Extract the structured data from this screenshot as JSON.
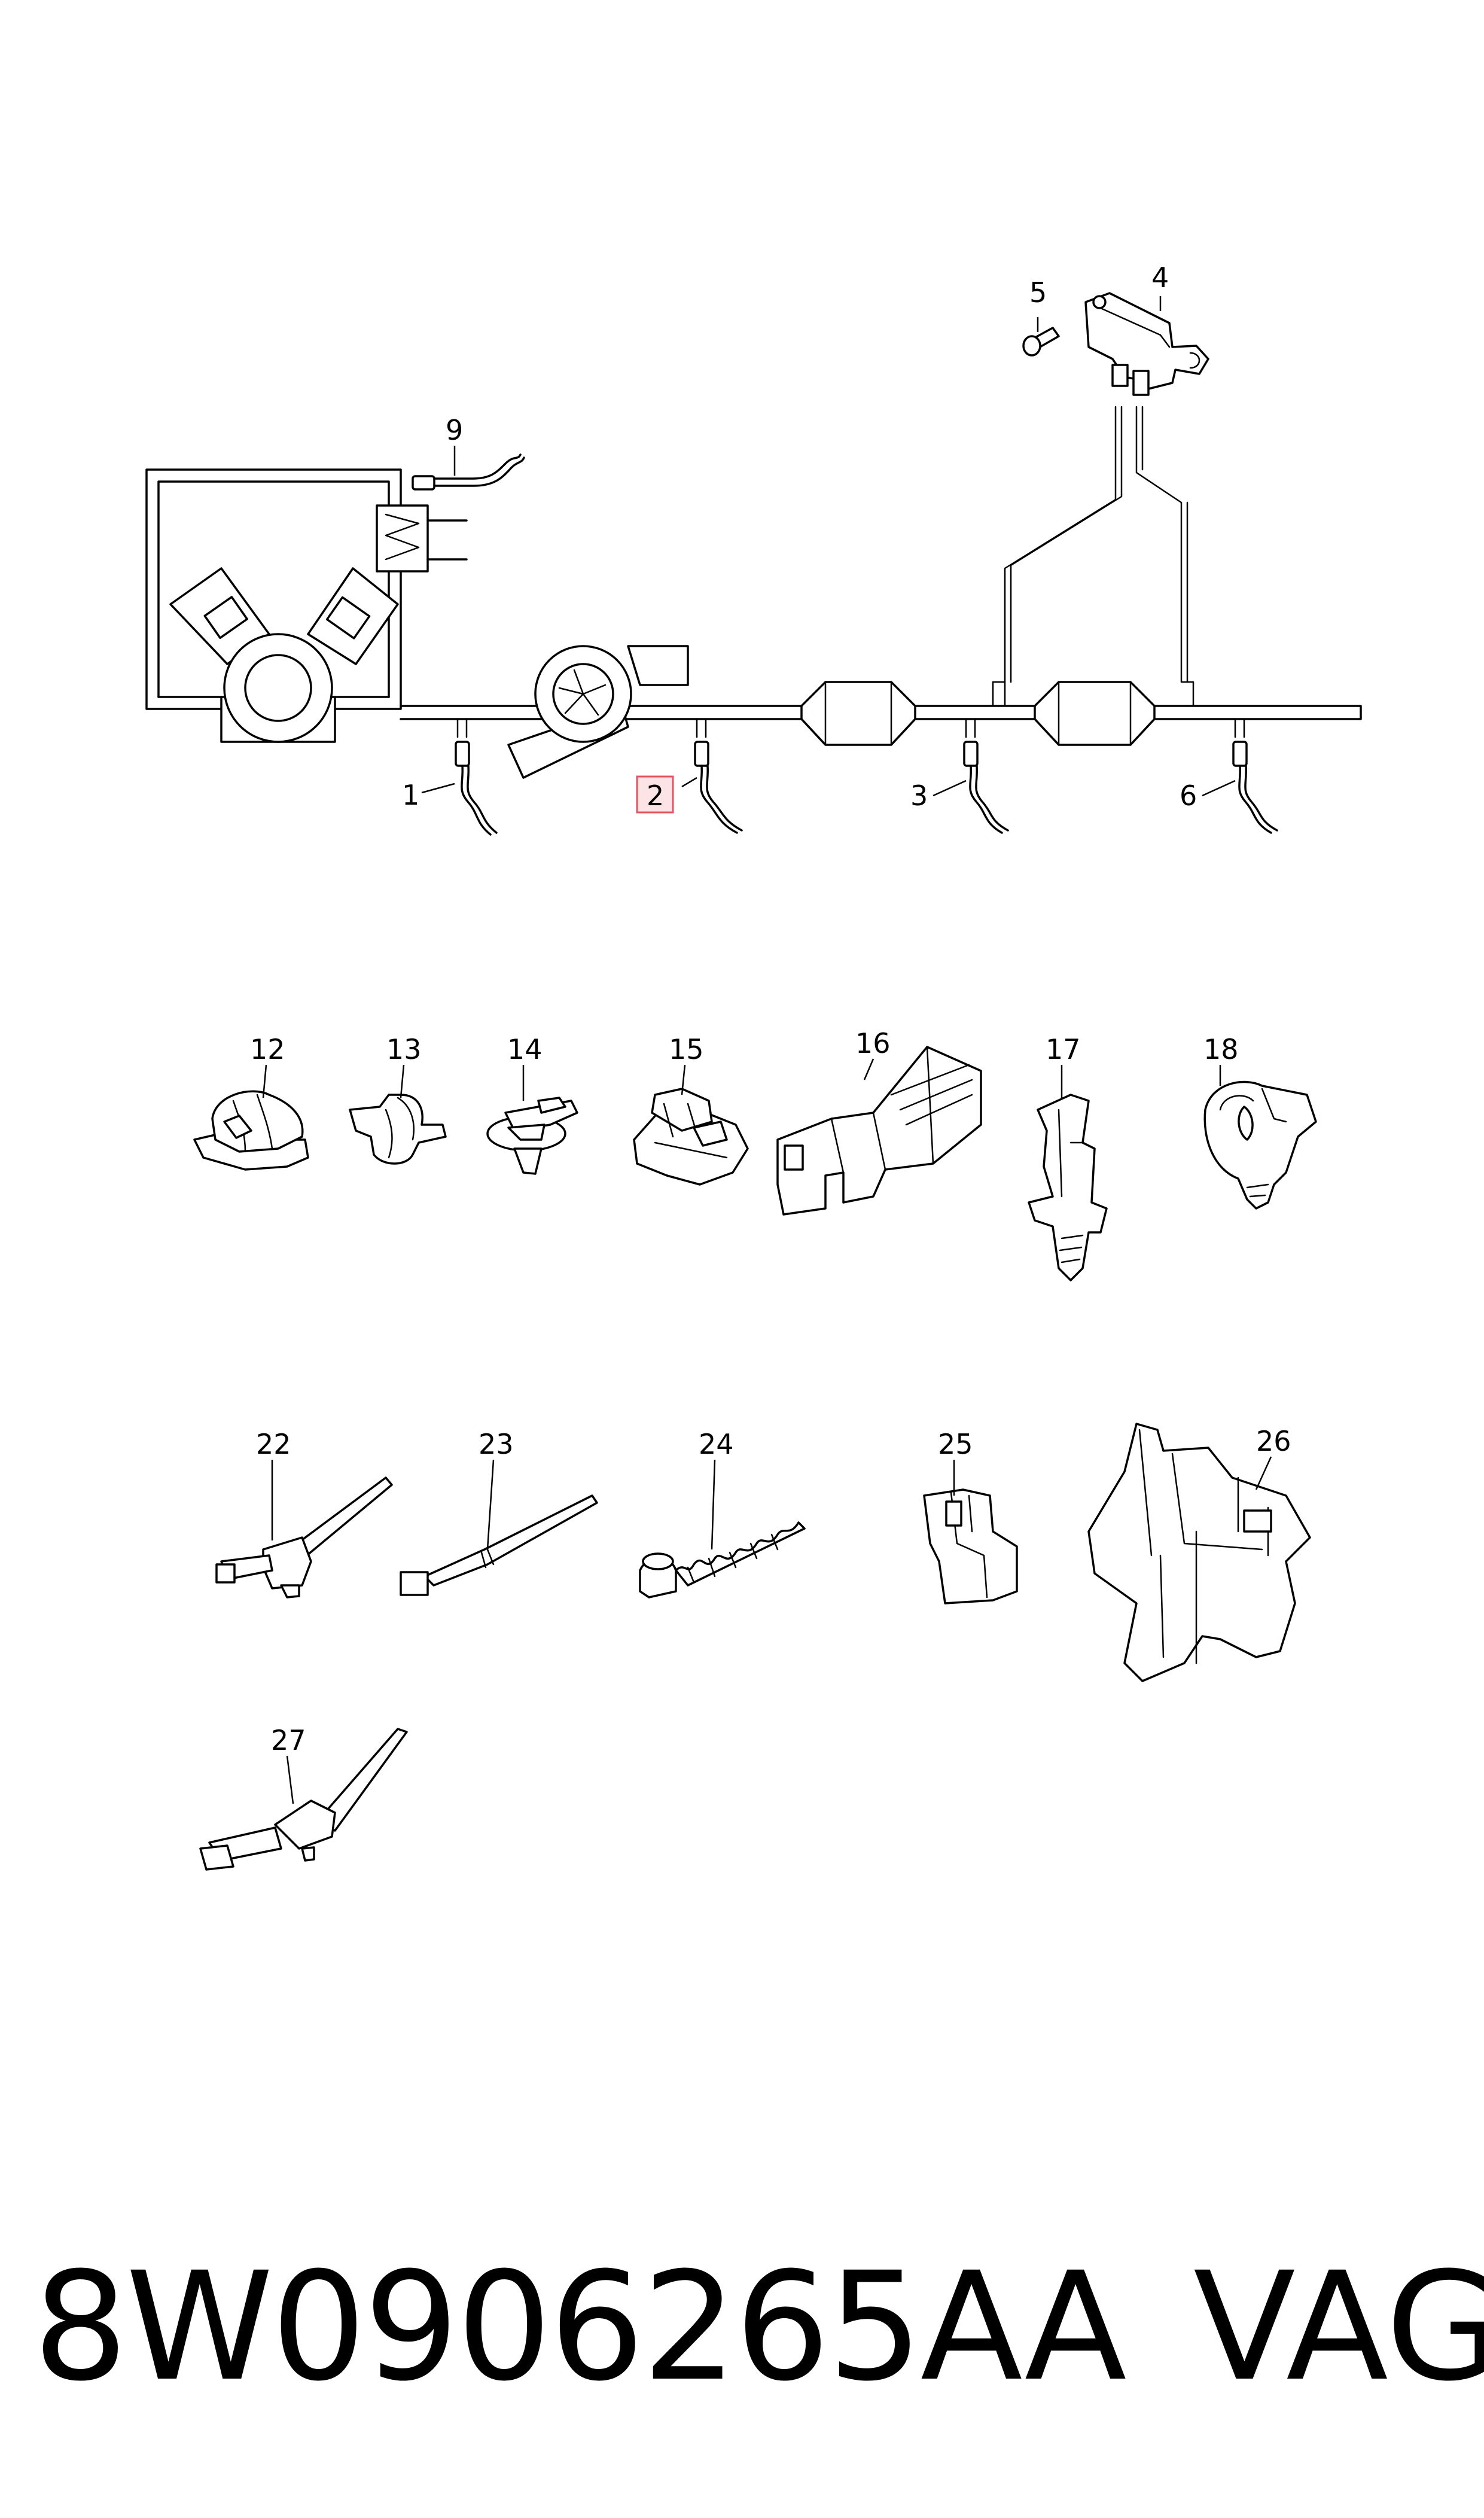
{
  "labels": {
    "p1": "1",
    "p2": "2",
    "p3": "3",
    "p4": "4",
    "p5": "5",
    "p6": "6",
    "p9": "9",
    "p12": "12",
    "p13": "13",
    "p14": "14",
    "p15": "15",
    "p16": "16",
    "p17": "17",
    "p18": "18",
    "p22": "22",
    "p23": "23",
    "p24": "24",
    "p25": "25",
    "p26": "26",
    "p27": "27"
  },
  "highlighted_label": "2",
  "highlight_color": "#e5535f",
  "footer": {
    "part_number": "8W0906265AA",
    "brand": "VAG"
  }
}
